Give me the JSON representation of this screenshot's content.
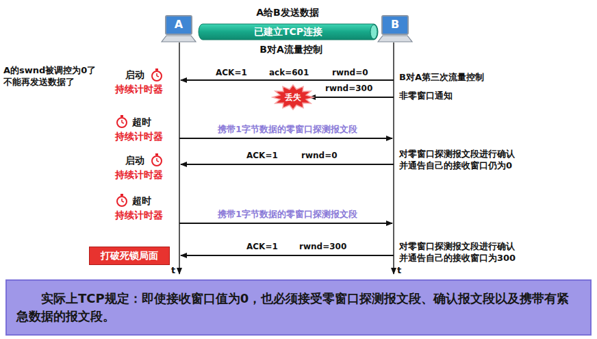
{
  "diagram": {
    "nodes": [
      {
        "text": [
          "A"
        ]
      },
      {
        "text": [
          "已建立TCP连接"
        ]
      },
      {
        "text": [
          "B"
        ]
      },
      {
        "text": [
          "丢失"
        ]
      },
      {
        "text": [
          "打破死锁局面"
        ]
      },
      {
        "text": [
          "实际上TCP规定：即使接收窗口值为0，也必须接受零窗口探测报文段、确认报文段以及携带有紧急数据的报文段。"
        ]
      }
    ],
    "labels": [
      "A给B发送数据",
      "B对A流量控制",
      "A的swnd被调控为0了 不能再发送数据了",
      "启动",
      "持续计时器",
      "ACK=1",
      "ack=601",
      "rwnd=0",
      "B对A第三次流量控制",
      "rwnd=300",
      "非零窗口通知",
      "超时",
      "持续计时器",
      "携带1字节数据的零窗口探测报文段",
      "ACK=1",
      "rwnd=0",
      "对零窗口探测报文段进行确认 并通告自己的接收窗口仍为0",
      "启动",
      "持续计时器",
      "超时",
      "持续计时器",
      "携带1字节数据的零窗口探测报文段",
      "ACK=1",
      "rwnd=300",
      "对零窗口探测报文段进行确认 并通告自己的接收窗口为300",
      "t",
      "t"
    ]
  }
}
